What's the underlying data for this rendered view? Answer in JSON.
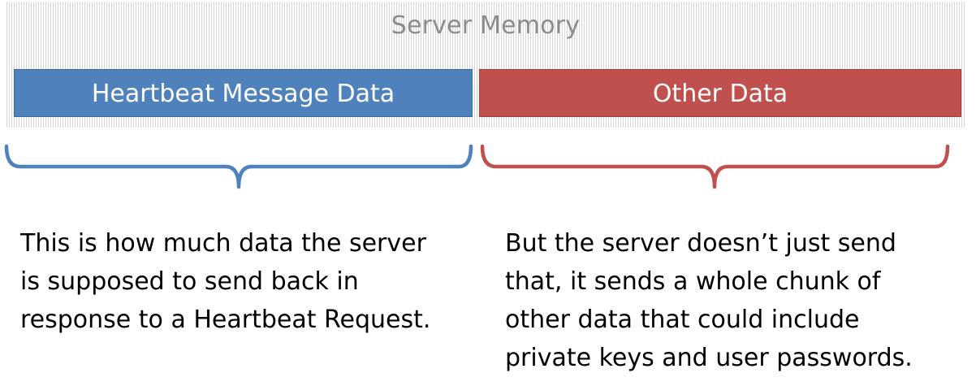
{
  "memory": {
    "title": "Server Memory"
  },
  "blocks": {
    "heartbeat": {
      "label": "Heartbeat Message Data",
      "color": "#4f81bd"
    },
    "other": {
      "label": "Other Data",
      "color": "#c0504d"
    }
  },
  "captions": {
    "left": {
      "lines": [
        "This is how much data the server",
        "is supposed to send back in",
        "response to a Heartbeat Request."
      ]
    },
    "right": {
      "lines": [
        "But the server doesn’t just send",
        "that, it sends a whole chunk of",
        "other data that could include",
        "private keys and user passwords."
      ]
    }
  }
}
